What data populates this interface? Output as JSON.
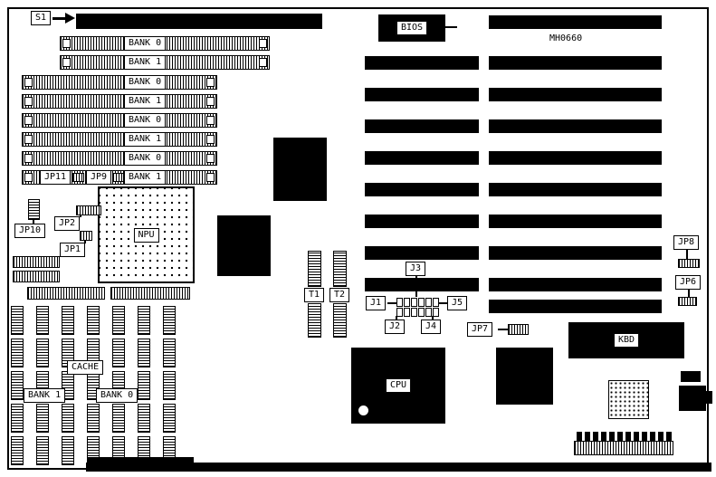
{
  "diagram": {
    "model": "MH0660",
    "switch": "S1",
    "bios": "BIOS",
    "npu": "NPU",
    "cpu": "CPU",
    "kbd": "KBD",
    "cache": "CACHE"
  },
  "simm": {
    "top": [
      "BANK 0",
      "BANK 1"
    ],
    "main": [
      "BANK 0",
      "BANK 1",
      "BANK 0",
      "BANK 1",
      "BANK 0",
      "BANK 1"
    ]
  },
  "cache_banks": {
    "bank1": "BANK 1",
    "bank0": "BANK 0"
  },
  "jumpers": {
    "jp1": "JP1",
    "jp2": "JP2",
    "jp6": "JP6",
    "jp7": "JP7",
    "jp8": "JP8",
    "jp9": "JP9",
    "jp10": "JP10",
    "jp11": "JP11"
  },
  "connectors": {
    "j1": "J1",
    "j2": "J2",
    "j3": "J3",
    "j4": "J4",
    "j5": "J5",
    "t1": "T1",
    "t2": "T2"
  }
}
